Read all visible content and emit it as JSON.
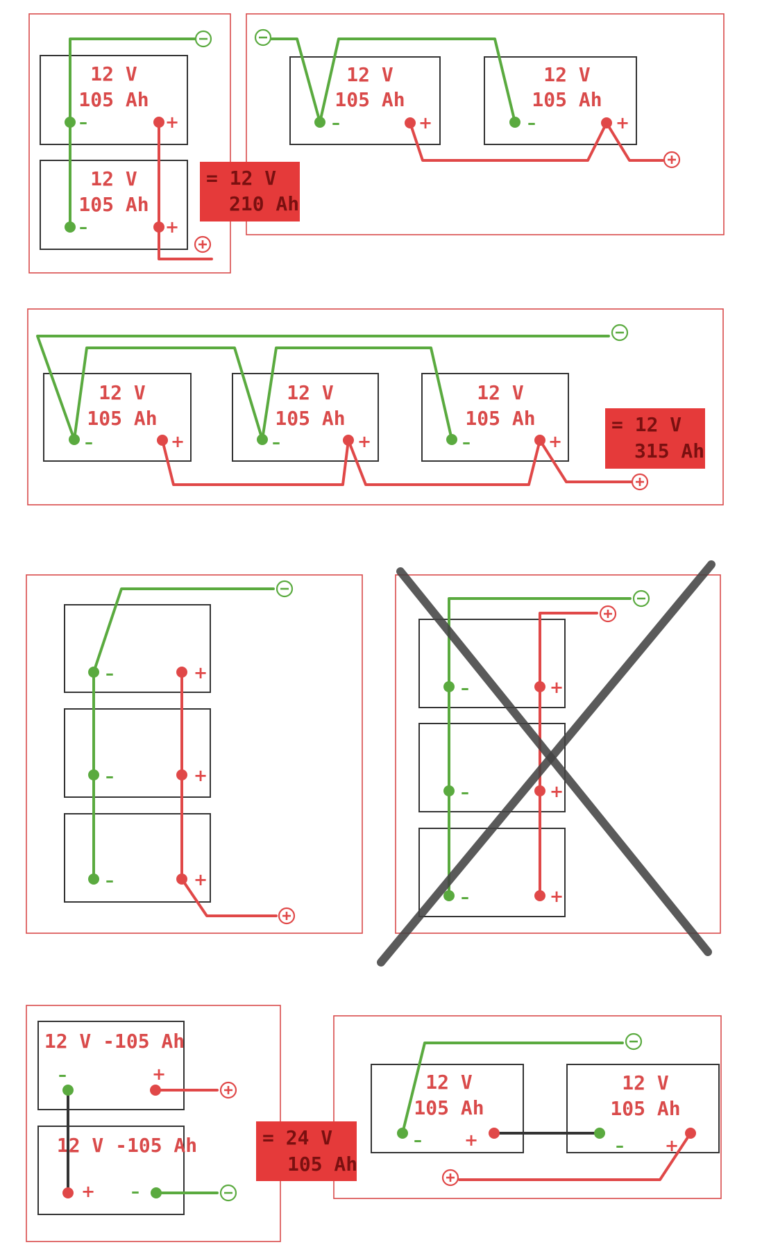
{
  "battery": {
    "voltage": "12 V",
    "capacity": "105 Ah",
    "combined": "12 V -105 Ah"
  },
  "signs": {
    "negative": "–",
    "positive": "+"
  },
  "results": {
    "two_parallel": {
      "voltage": "= 12 V",
      "capacity": "210 Ah"
    },
    "three_parallel": {
      "voltage": "= 12 V",
      "capacity": "315 Ah"
    },
    "two_series": {
      "voltage": "= 24 V",
      "capacity": "105 Ah"
    }
  },
  "colors": {
    "negative_wire": "#5aaa3f",
    "positive_wire": "#e04848",
    "frame": "#d94a4a",
    "series_link": "#333333",
    "result_badge": "#e53a3a"
  },
  "icons": {
    "negative_terminal": "minus-circle-icon",
    "positive_terminal": "plus-circle-icon",
    "incorrect_marker": "x-cross-icon"
  }
}
